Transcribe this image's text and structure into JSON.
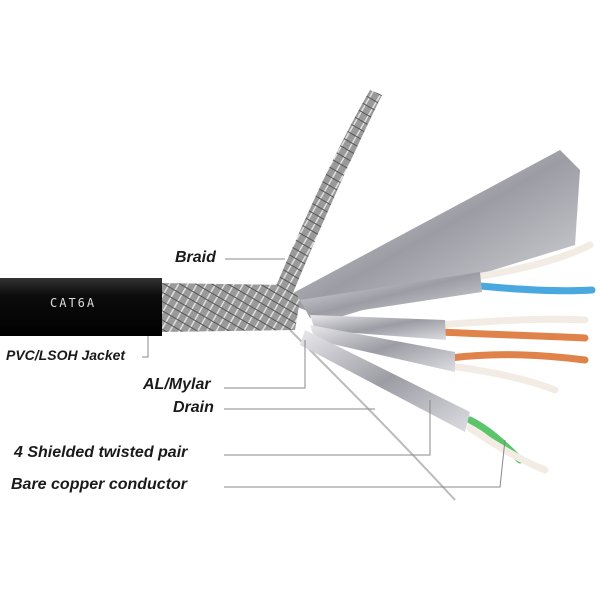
{
  "cable": {
    "jacket_print": "CAT6A",
    "labels": {
      "braid": "Braid",
      "jacket": "PVC/LSOH Jacket",
      "mylar": "AL/Mylar",
      "drain": "Drain",
      "pairs": "4 Shielded twisted pair",
      "conductor": "Bare copper conductor"
    }
  },
  "colors": {
    "jacket": "#111111",
    "braid": "#a9a9a9",
    "foil": "#c8c8cc",
    "blue_wire": "#4aa8e0",
    "orange_wire": "#e0834a",
    "green_wire": "#5cc46a",
    "white_wire": "#f2ece4"
  }
}
